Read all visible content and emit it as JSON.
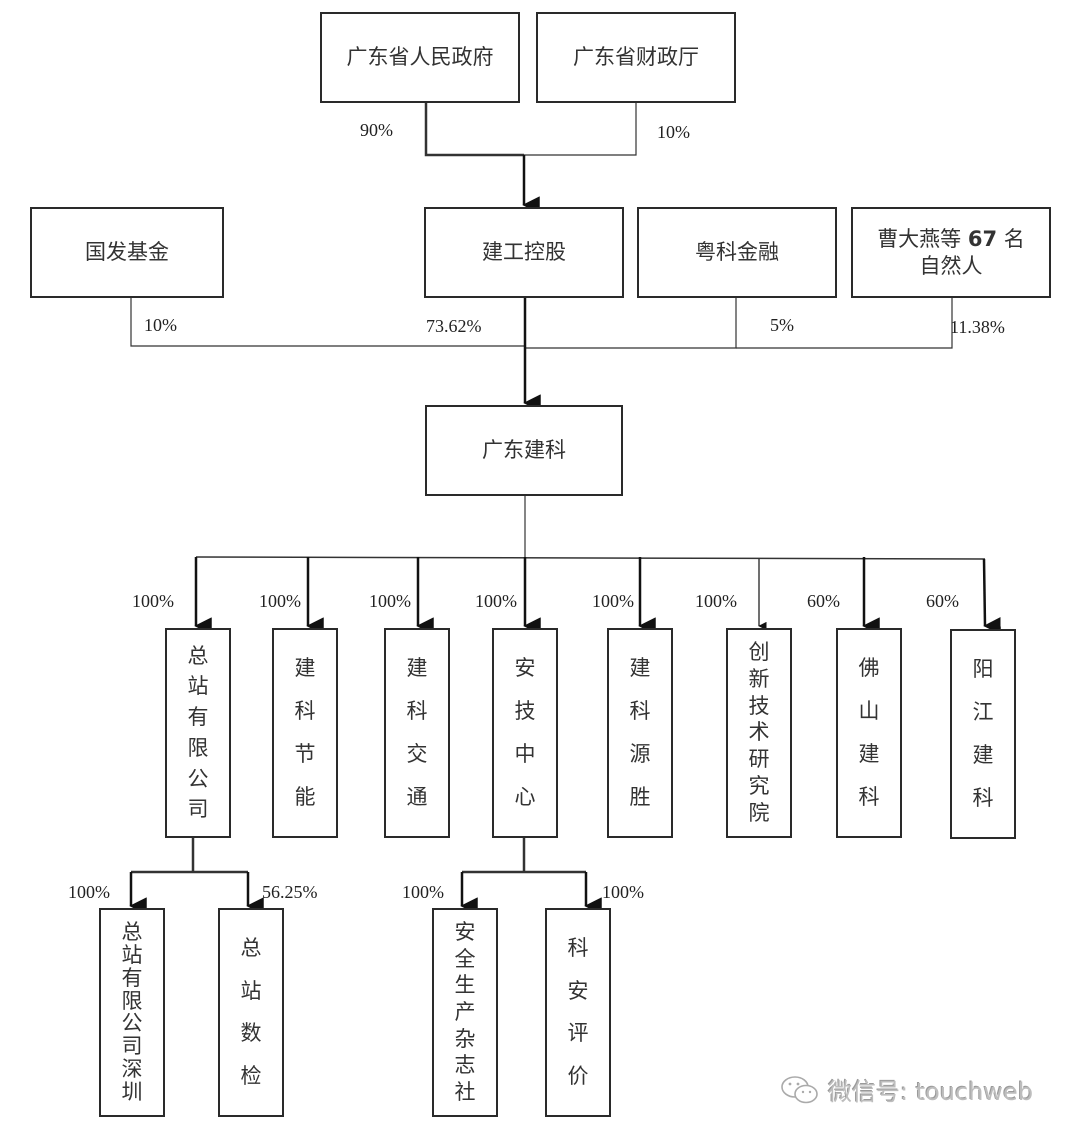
{
  "title": "广东建科股权结构图",
  "top_shareholders": [
    {
      "name": "广东省人民政府",
      "pct": "90%"
    },
    {
      "name": "广东省财政厅",
      "pct": "10%"
    }
  ],
  "second_level": [
    {
      "name": "国发基金",
      "pct": "10%"
    },
    {
      "name": "建工控股",
      "pct": "73.62%"
    },
    {
      "name": "粤科金融",
      "pct": "5%"
    },
    {
      "name_part1": "曹大燕等",
      "name_num": "67",
      "name_part2": "名",
      "name_line2": "自然人",
      "pct": "11.38%"
    }
  ],
  "company": {
    "name": "广东建科"
  },
  "subsidiaries": [
    {
      "name": "总站有限公司",
      "pct": "100%"
    },
    {
      "name": "建科节能",
      "pct": "100%"
    },
    {
      "name": "建科交通",
      "pct": "100%"
    },
    {
      "name": "安技中心",
      "pct": "100%"
    },
    {
      "name": "建科源胜",
      "pct": "100%"
    },
    {
      "name": "创新技术研究院",
      "pct": "100%"
    },
    {
      "name": "佛山建科",
      "pct": "60%"
    },
    {
      "name": "阳江建科",
      "pct": "60%"
    }
  ],
  "sub_subsidiaries": {
    "zongzhan": [
      {
        "name": "总站有限公司深圳",
        "pct": "100%"
      },
      {
        "name": "总站数检",
        "pct": "56.25%"
      }
    ],
    "anji": [
      {
        "name": "安全生产杂志社",
        "pct": "100%"
      },
      {
        "name": "科安评价",
        "pct": "100%"
      }
    ]
  },
  "watermark": {
    "icon": "wechat-icon",
    "text": "微信号: touchweb"
  }
}
